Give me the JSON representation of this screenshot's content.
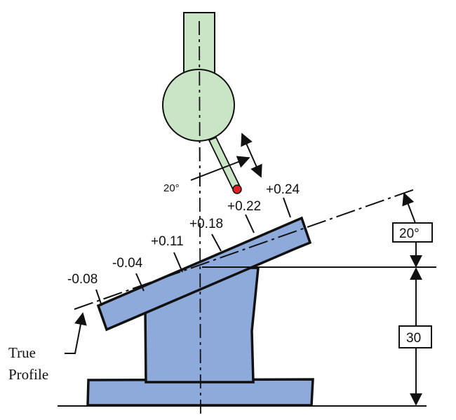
{
  "colors": {
    "probe_green": "#c9e5c5",
    "part_blue": "#8eaadb",
    "stylus_tip_red": "#e02020",
    "outline": "#111111"
  },
  "probe": {
    "angle_label": "20°"
  },
  "deviations": [
    "-0.08",
    "-0.04",
    "+0.11",
    "+0.18",
    "+0.22",
    "+0.24"
  ],
  "reference_label": {
    "line1": "True",
    "line2": "Profile"
  },
  "dimensions": {
    "angle": "20°",
    "height": "30"
  }
}
